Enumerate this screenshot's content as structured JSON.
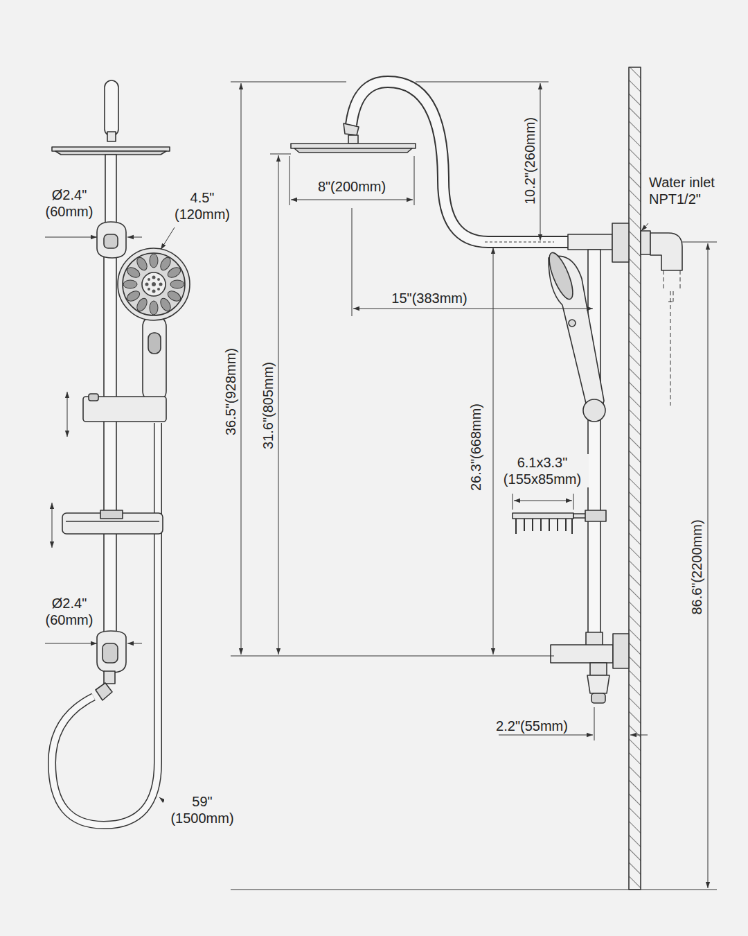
{
  "diagram": {
    "labels": [
      "Ø2.4\" (60mm)",
      "4.5\" (120mm)",
      "8\"(200mm)",
      "10.2\"(260mm)",
      "Water inlet NPT1/2\"",
      "15\"(383mm)",
      "36.5\"(928mm)",
      "31.6\"(805mm)",
      "26.3\"(668mm)",
      "6.1x3.3\" (155x85mm)",
      "86.6\"(2200mm)",
      "Ø2.4\" (60mm)",
      "2.2\"(55mm)",
      "59\" (1500mm)"
    ]
  }
}
